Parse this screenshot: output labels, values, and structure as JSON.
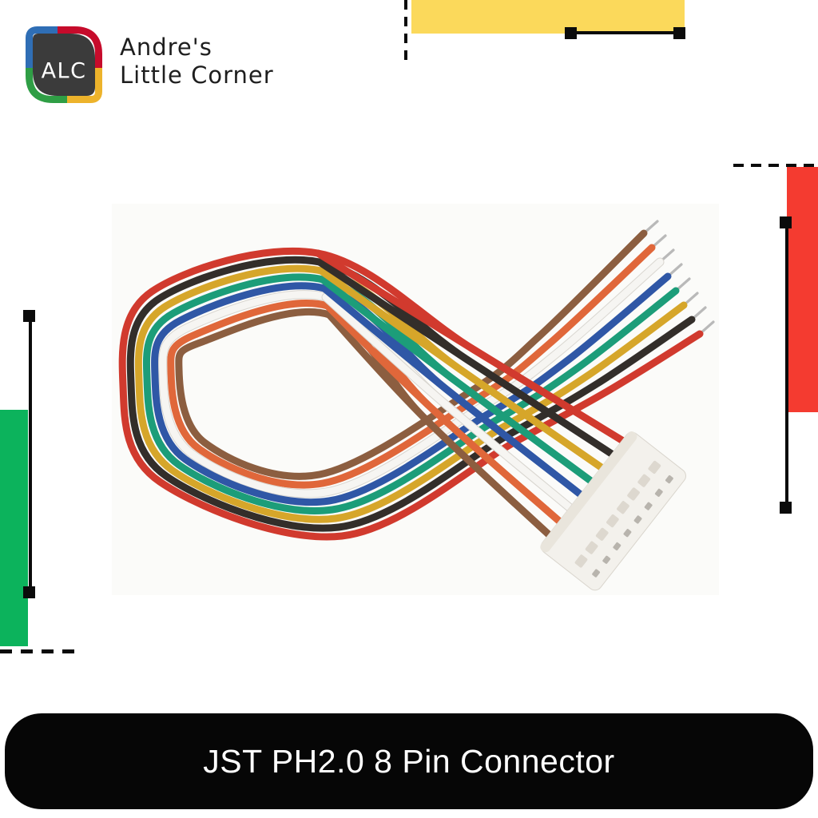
{
  "brand": {
    "logo_monogram": "ALC",
    "name_line1": "Andre's",
    "name_line2": "Little Corner"
  },
  "banner": {
    "title": "JST PH2.0 8 Pin Connector"
  },
  "product": {
    "name": "JST PH2.0 8 Pin Connector",
    "pin_count": 8,
    "wire_colors": [
      {
        "name": "red",
        "hex": "#d13a2e"
      },
      {
        "name": "black",
        "hex": "#332e2a"
      },
      {
        "name": "yellow",
        "hex": "#d6a62a"
      },
      {
        "name": "green",
        "hex": "#1c9d79"
      },
      {
        "name": "blue",
        "hex": "#2f57a6"
      },
      {
        "name": "white",
        "hex": "#f6f5f2",
        "outline": "#d9d6d0"
      },
      {
        "name": "orange",
        "hex": "#e0673a"
      },
      {
        "name": "brown",
        "hex": "#8c5e40"
      }
    ],
    "connector_color": "#f3f1ec",
    "connector_slot_color": "#ddd8cf",
    "pin_metal_color": "#b8b4ad",
    "wire_tip_color": "#b9b9b9",
    "photo_background": "#fbfbf9"
  },
  "colors": {
    "accent_yellow": "#fbd95b",
    "accent_red": "#f43b30",
    "accent_green": "#0cb35c",
    "accent_black": "#0b0b0b",
    "banner_bg": "#060606",
    "banner_text": "#ffffff",
    "brand_text": "#1e1e1e",
    "logo_bg": "#3b3b3b",
    "logo_blue": "#2f6eb5",
    "logo_red": "#c60b2b",
    "logo_green": "#2f9e45",
    "logo_yellow": "#edb32b"
  }
}
